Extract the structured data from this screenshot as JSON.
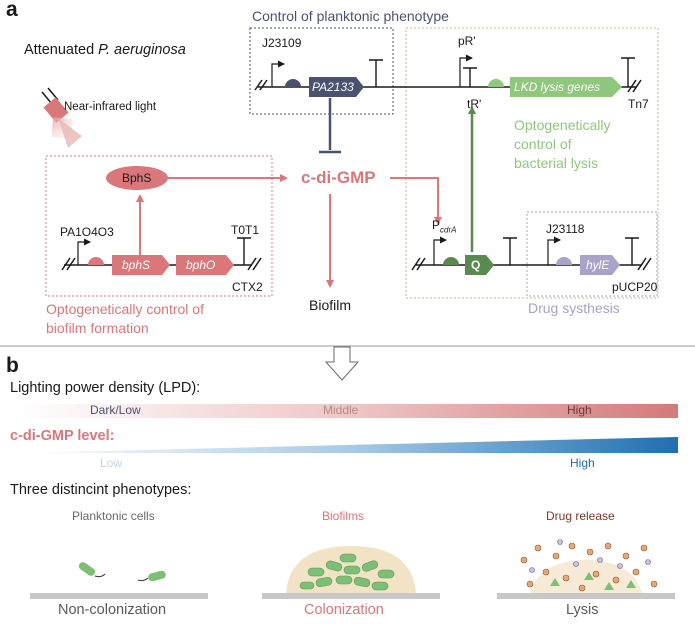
{
  "panel_a": {
    "letter": "a",
    "strain_prefix": "Attenuated ",
    "strain_italic": "P. aeruginosa",
    "light_label": "Near-infrared light",
    "planktonic_title": "Control of planktonic phenotype",
    "promoter_j23109": "J23109",
    "gene_pa2133": "PA2133",
    "promoter_pr": "pR'",
    "terminator_tr": "tR'",
    "gene_lkd": "LKD lysis genes",
    "site_tn7": "Tn7",
    "lysis_title_line1": "Optogenetically",
    "lysis_title_line2": "control of",
    "lysis_title_line3": "bacterial lysis",
    "protein_bphs": "BphS",
    "hub_cdigmp": "c-di-GMP",
    "promoter_pa1": "PA1O4O3",
    "gene_bphs": "bphS",
    "gene_bpho": "bphO",
    "terminator_t0t1": "T0T1",
    "site_ctx2": "CTX2",
    "biofilm_label": "Biofilm",
    "biofilm_title_line1": "Optogenetically control of",
    "biofilm_title_line2": "biofilm formation",
    "promoter_pcdra_main": "P",
    "promoter_pcdra_sub": "cdrA",
    "gene_q": "Q",
    "promoter_j23118": "J23118",
    "gene_hyle": "hylE",
    "site_pucp20": "pUCP20",
    "drug_title": "Drug systhesis"
  },
  "panel_b": {
    "letter": "b",
    "lpd_title": "Lighting power density (LPD):",
    "lpd_low": "Dark/Low",
    "lpd_middle": "Middle",
    "lpd_high": "High",
    "cdigmp_title": "c-di-GMP level:",
    "cdigmp_low": "Low",
    "cdigmp_high": "High",
    "phenotypes_title": "Three distincint phenotypes:",
    "phenotypes": [
      {
        "title": "Planktonic cells",
        "caption": "Non-colonization"
      },
      {
        "title": "Biofilms",
        "caption": "Colonization"
      },
      {
        "title": "Drug release",
        "caption": "Lysis"
      }
    ]
  },
  "colors": {
    "pink_red": "#d9777a",
    "dark_slate": "#4a5270",
    "green_dark": "#5a8a4e",
    "green_light": "#8fc77c",
    "lavender": "#a9a2c9",
    "blue": "#1f6fb0",
    "sand": "#f3e3c6"
  }
}
